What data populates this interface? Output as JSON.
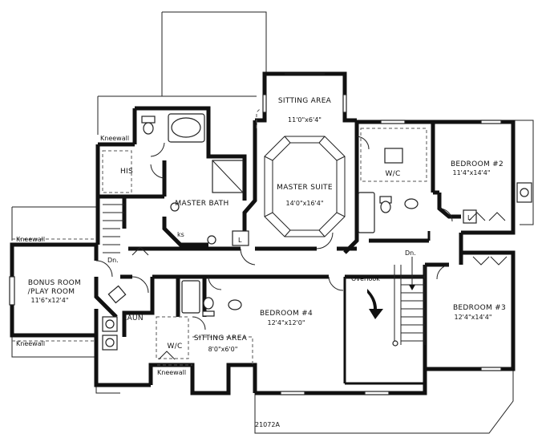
{
  "rooms": {
    "sitting_upper": {
      "name": "SITTING AREA",
      "dim": "11'0\"x6'4\""
    },
    "master_suite": {
      "name": "MASTER SUITE",
      "dim": "14'0\"x16'4\""
    },
    "master_bath": {
      "name": "MASTER BATH"
    },
    "bedroom2": {
      "name": "BEDROOM #2",
      "dim": "11'4\"x14'4\""
    },
    "bedroom3": {
      "name": "BEDROOM #3",
      "dim": "12'4\"x14'4\""
    },
    "bedroom4": {
      "name": "BEDROOM #4",
      "dim": "12'4\"x12'0\""
    },
    "bonus": {
      "name1": "BONUS ROOM",
      "name2": "/PLAY ROOM",
      "dim": "11'6\"x12'4\""
    },
    "sitting_lower": {
      "name": "SITTING AREA",
      "dim": "8'0\"x6'0\""
    },
    "laun": {
      "name": "LAUN"
    }
  },
  "labels": {
    "his": "HIS",
    "wic": "W/C",
    "wic2": "W/C",
    "kneewall_top": "Kneewall",
    "kneewall_left": "Kneewall",
    "kneewall_bottom_left": "Kneewall",
    "kneewall_bottom": "Kneewall",
    "dn_left": "Dn.",
    "dn_right": "Dn.",
    "overlook": "Overlook",
    "ks": "ks",
    "linen1": "L",
    "linen2": "L",
    "plan_number": "21072A"
  }
}
